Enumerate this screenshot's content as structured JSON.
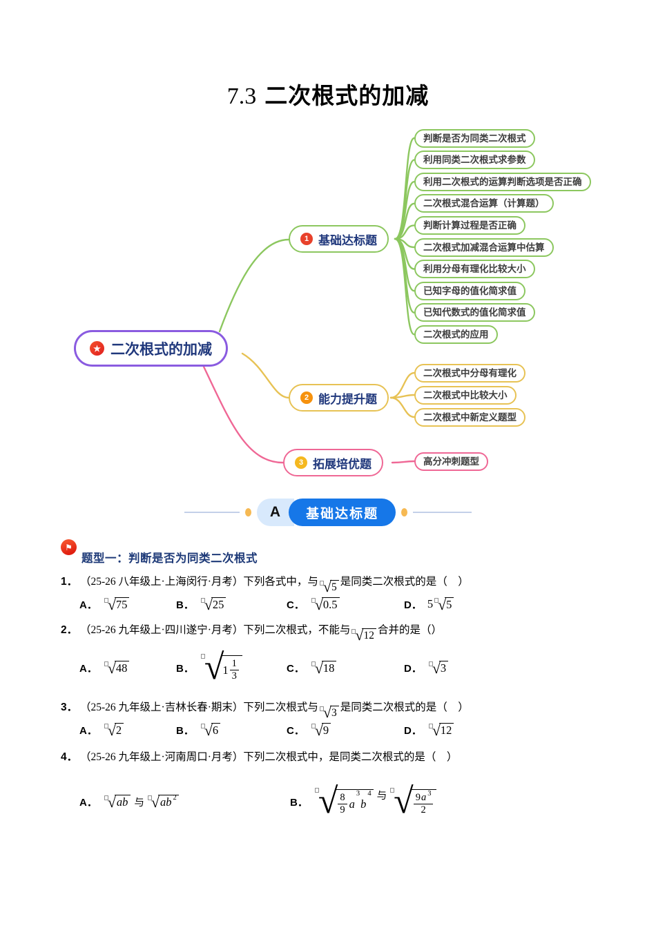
{
  "title": {
    "number": "7.3",
    "text": "二次根式的加减"
  },
  "colors": {
    "green": "#8cc75f",
    "yellow": "#e7c254",
    "pink": "#ef6795",
    "purple": "#8a5be0",
    "navy": "#20387c",
    "blue": "#1677e8",
    "light_blue": "#d8e9fc",
    "dot_orange": "#f6b953",
    "badge_red": "#e8412b",
    "badge_orange": "#f6920e",
    "badge_amber": "#f5b81f",
    "flag_red": "#e8402a"
  },
  "mindmap": {
    "center": {
      "label": "二次根式的加减",
      "icon": "star-icon"
    },
    "branches": [
      {
        "num": "1",
        "label": "基础达标题",
        "children": [
          "判断是否为同类二次根式",
          "利用同类二次根式求参数",
          "利用二次根式的运算判断选项是否正确",
          "二次根式混合运算（计算题）",
          "判断计算过程是否正确",
          "二次根式加减混合运算中估算",
          "利用分母有理化比较大小",
          "已知字母的值化简求值",
          "已知代数式的值化简求值",
          "二次根式的应用"
        ]
      },
      {
        "num": "2",
        "label": "能力提升题",
        "children": [
          "二次根式中分母有理化",
          "二次根式中比较大小",
          "二次根式中新定义题型"
        ]
      },
      {
        "num": "3",
        "label": "拓展培优题",
        "children": [
          "高分冲刺题型"
        ]
      }
    ]
  },
  "section": {
    "letter": "A",
    "label": "基础达标题"
  },
  "topic": {
    "icon": "flag-icon",
    "label": "题型一：判断是否为同类二次根式"
  },
  "questions": [
    {
      "number": "1．",
      "stem": [
        {
          "t": "s",
          "v": "（25-26 八年级上·上海闵行·月考）下列各式中，与"
        },
        {
          "t": "sqrt",
          "c": [
            {
              "t": "n",
              "v": "5"
            }
          ]
        },
        {
          "t": "s",
          "v": "是同类二次根式的是（　）"
        }
      ],
      "options": [
        {
          "label": "A．",
          "math": [
            {
              "t": "sqrt",
              "c": [
                {
                  "t": "n",
                  "v": "75"
                }
              ]
            }
          ]
        },
        {
          "label": "B．",
          "math": [
            {
              "t": "sqrt",
              "c": [
                {
                  "t": "n",
                  "v": "25"
                }
              ]
            }
          ]
        },
        {
          "label": "C．",
          "math": [
            {
              "t": "sqrt",
              "c": [
                {
                  "t": "n",
                  "v": "0.5"
                }
              ]
            }
          ]
        },
        {
          "label": "D．",
          "math": [
            {
              "t": "n",
              "v": "5"
            },
            {
              "t": "sqrt",
              "c": [
                {
                  "t": "n",
                  "v": "5"
                }
              ]
            }
          ]
        }
      ]
    },
    {
      "number": "2．",
      "stem": [
        {
          "t": "s",
          "v": "（25-26 九年级上·四川遂宁·月考）下列二次根式，不能与"
        },
        {
          "t": "sqrt",
          "c": [
            {
              "t": "n",
              "v": "12"
            }
          ]
        },
        {
          "t": "s",
          "v": "合并的是（）"
        }
      ],
      "options": [
        {
          "label": "A．",
          "math": [
            {
              "t": "sqrt",
              "c": [
                {
                  "t": "n",
                  "v": "48"
                }
              ]
            }
          ]
        },
        {
          "label": "B．",
          "math": [
            {
              "t": "sqrt",
              "tall": true,
              "c": [
                {
                  "t": "n",
                  "v": "1"
                },
                {
                  "t": "frac",
                  "n": [
                    {
                      "t": "n",
                      "v": "1"
                    }
                  ],
                  "d": [
                    {
                      "t": "n",
                      "v": "3"
                    }
                  ]
                }
              ]
            }
          ]
        },
        {
          "label": "C．",
          "math": [
            {
              "t": "sqrt",
              "c": [
                {
                  "t": "n",
                  "v": "18"
                }
              ]
            }
          ]
        },
        {
          "label": "D．",
          "math": [
            {
              "t": "sqrt",
              "c": [
                {
                  "t": "n",
                  "v": "3"
                }
              ]
            }
          ]
        }
      ]
    },
    {
      "number": "3．",
      "stem": [
        {
          "t": "s",
          "v": "（25-26 九年级上·吉林长春·期末）下列二次根式与"
        },
        {
          "t": "sqrt",
          "c": [
            {
              "t": "n",
              "v": "3"
            }
          ]
        },
        {
          "t": "s",
          "v": "是同类二次根式的是（　）"
        }
      ],
      "options": [
        {
          "label": "A．",
          "math": [
            {
              "t": "sqrt",
              "c": [
                {
                  "t": "n",
                  "v": "2"
                }
              ]
            }
          ]
        },
        {
          "label": "B．",
          "math": [
            {
              "t": "sqrt",
              "c": [
                {
                  "t": "n",
                  "v": "6"
                }
              ]
            }
          ]
        },
        {
          "label": "C．",
          "math": [
            {
              "t": "sqrt",
              "c": [
                {
                  "t": "n",
                  "v": "9"
                }
              ]
            }
          ]
        },
        {
          "label": "D．",
          "math": [
            {
              "t": "sqrt",
              "c": [
                {
                  "t": "n",
                  "v": "12"
                }
              ]
            }
          ]
        }
      ]
    },
    {
      "number": "4．",
      "stem": [
        {
          "t": "s",
          "v": "（25-26 九年级上·河南周口·月考）下列二次根式中，是同类二次根式的是（　）"
        }
      ],
      "options": [
        {
          "label": "A．",
          "math": [
            {
              "t": "sqrt",
              "c": [
                {
                  "t": "v",
                  "v": "ab"
                }
              ]
            },
            {
              "t": "join",
              "v": "与"
            },
            {
              "t": "sqrt",
              "c": [
                {
                  "t": "v",
                  "v": "ab"
                },
                {
                  "t": "sup",
                  "v": "2"
                }
              ]
            }
          ]
        },
        {
          "label": "B．",
          "math": [
            {
              "t": "sqrt",
              "tall": true,
              "c": [
                {
                  "t": "frac",
                  "n": [
                    {
                      "t": "n",
                      "v": "8"
                    }
                  ],
                  "d": [
                    {
                      "t": "n",
                      "v": "9"
                    }
                  ]
                },
                {
                  "t": "v",
                  "v": "a"
                },
                {
                  "t": "sup",
                  "v": "3"
                },
                {
                  "t": "v",
                  "v": "b"
                },
                {
                  "t": "sup",
                  "v": "4"
                }
              ]
            },
            {
              "t": "join",
              "v": "与"
            },
            {
              "t": "sqrt",
              "tall": true,
              "c": [
                {
                  "t": "frac",
                  "n": [
                    {
                      "t": "n",
                      "v": "9"
                    },
                    {
                      "t": "v",
                      "v": "a"
                    },
                    {
                      "t": "sup",
                      "v": "3"
                    }
                  ],
                  "d": [
                    {
                      "t": "n",
                      "v": "2"
                    }
                  ]
                }
              ]
            }
          ]
        }
      ]
    }
  ]
}
